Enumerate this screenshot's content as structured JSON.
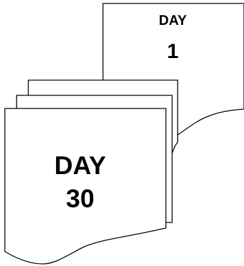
{
  "diagram": {
    "front_page": {
      "label_word": "DAY",
      "label_number": "30"
    },
    "back_page": {
      "label_word": "DAY",
      "label_number": "1"
    },
    "colors": {
      "stroke": "#000000",
      "fill": "#ffffff",
      "text": "#000000"
    }
  }
}
